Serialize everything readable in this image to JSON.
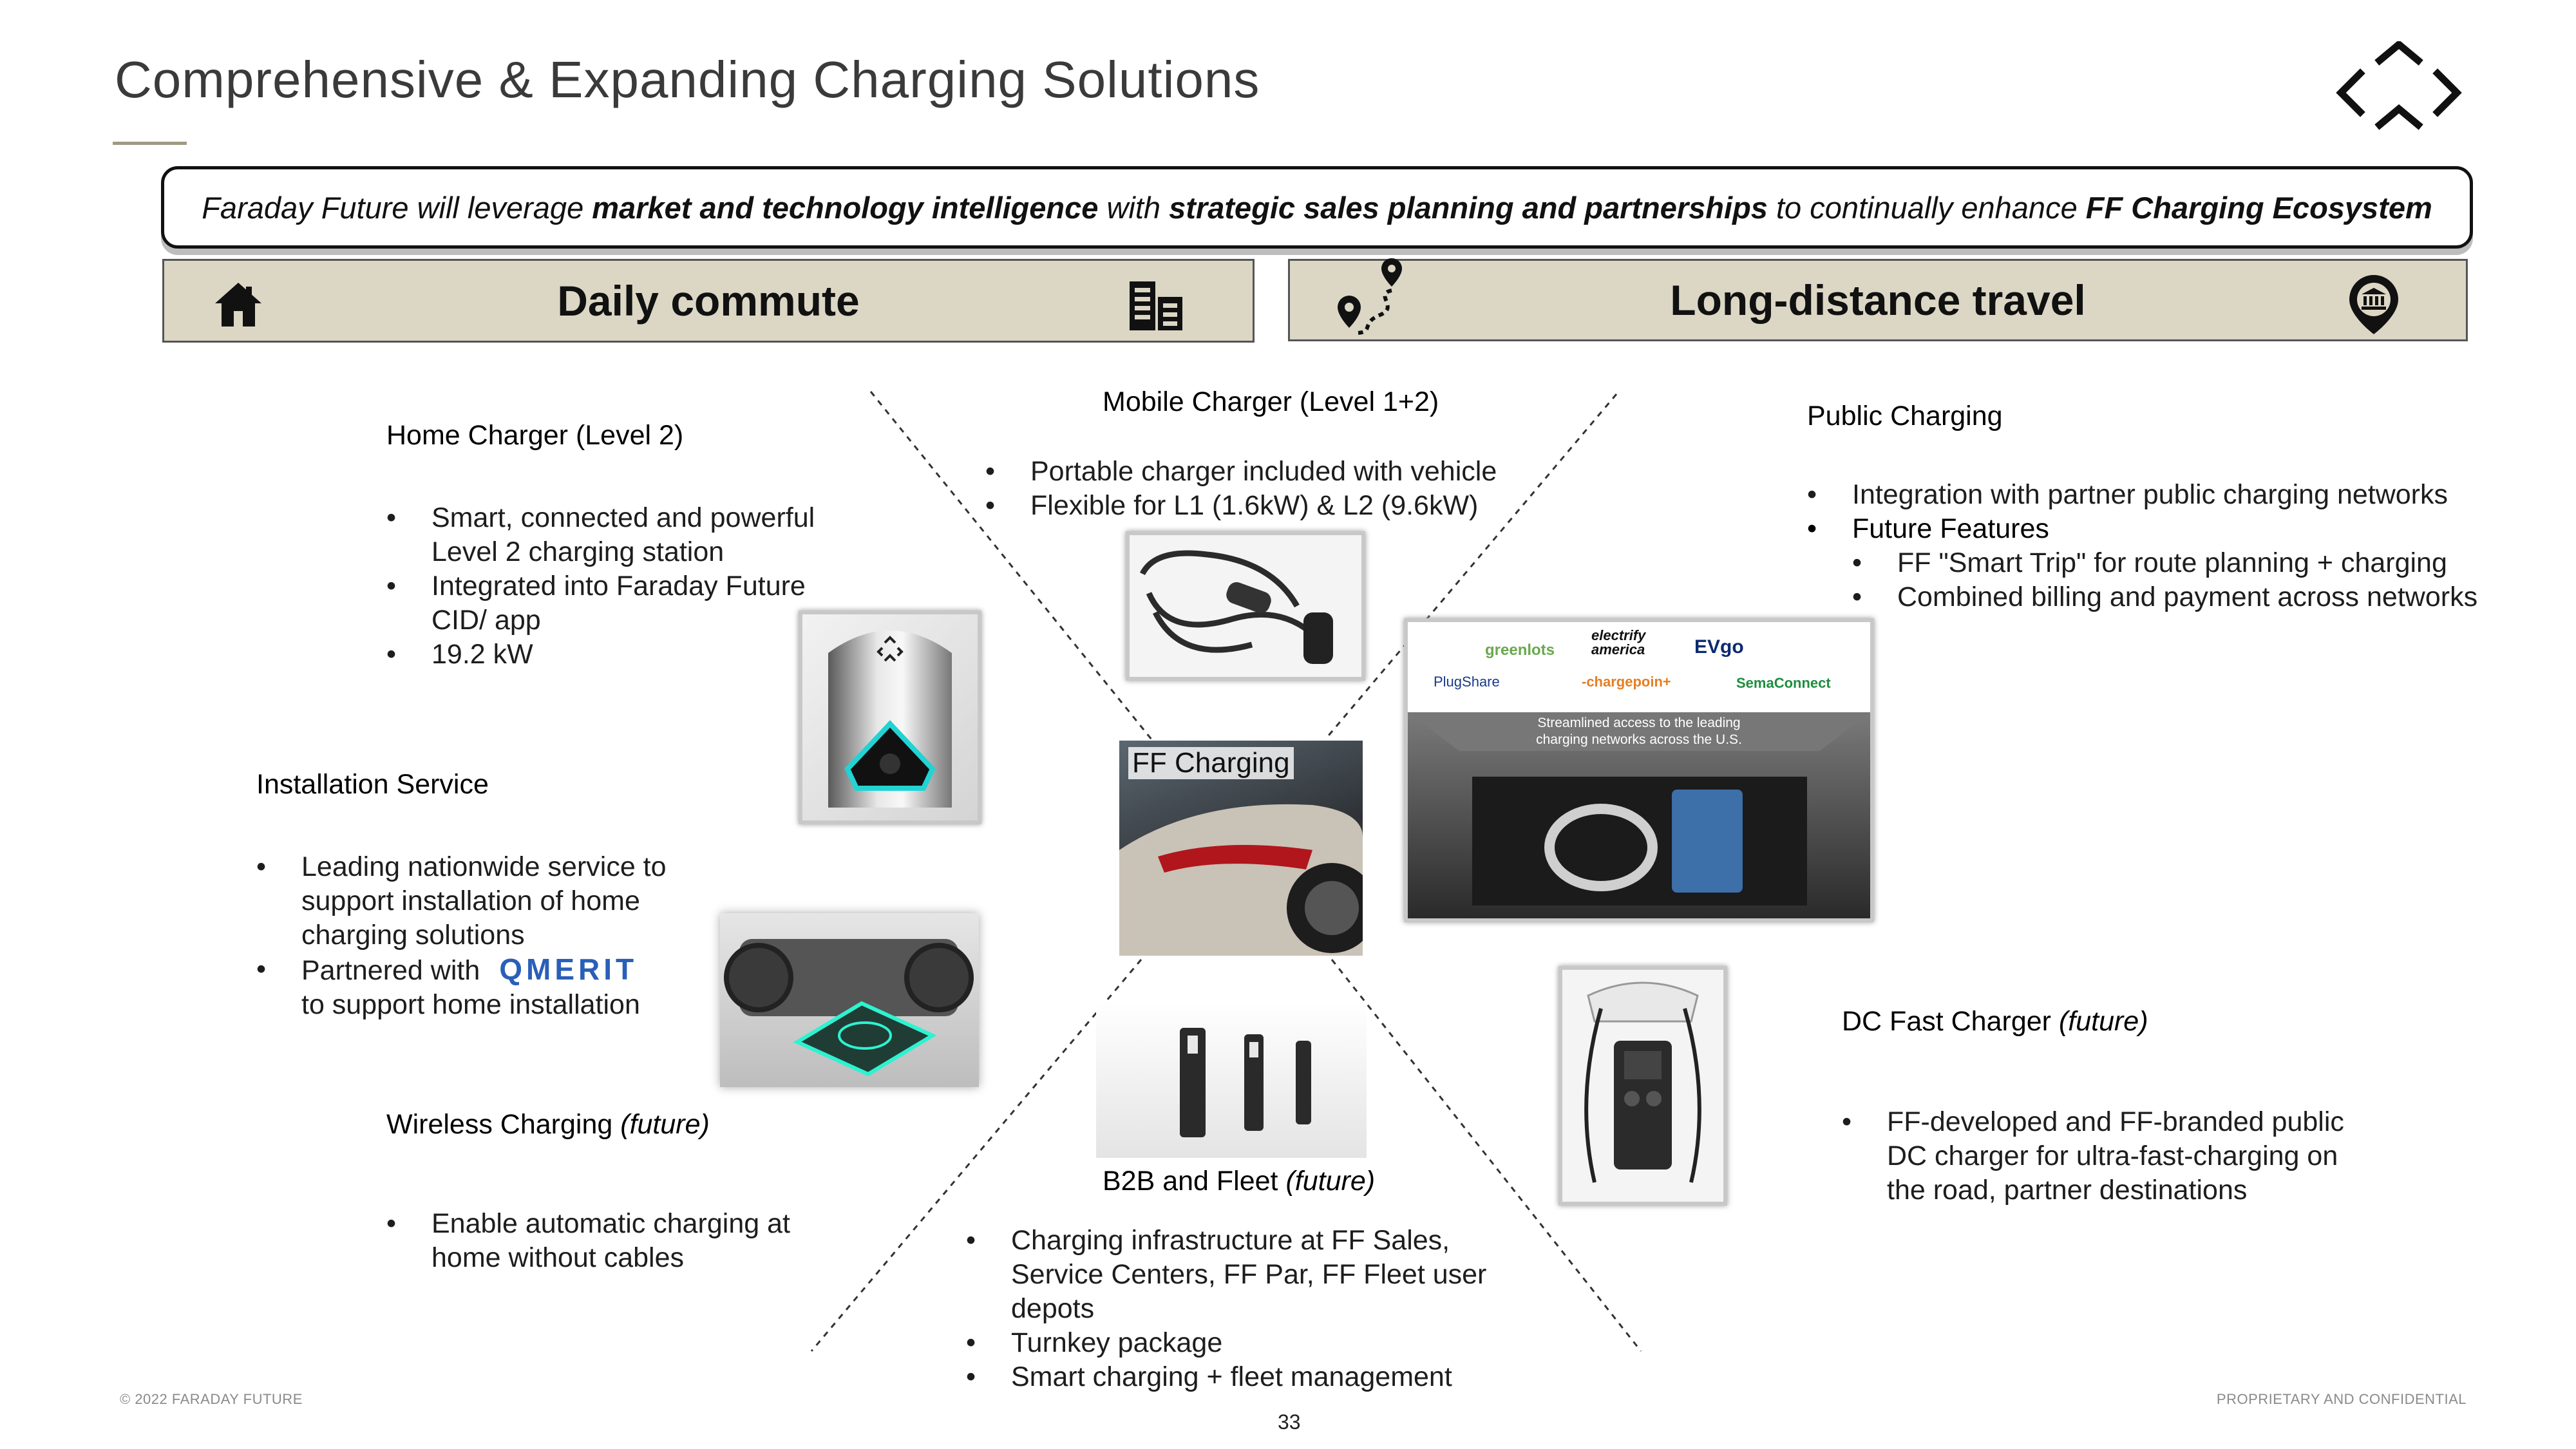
{
  "slide": {
    "title": "Comprehensive & Expanding Charging Solutions",
    "banner": {
      "part1": "Faraday Future will leverage ",
      "bold1": "market and technology intelligence",
      "part2": " with ",
      "bold2": "strategic sales planning and partnerships",
      "part3": " to continually enhance ",
      "bold3": "FF Charging Ecosystem"
    },
    "categories": {
      "left": "Daily commute",
      "right": "Long-distance travel"
    },
    "center_label": "FF Charging",
    "sections": {
      "home": {
        "heading": "Home Charger (Level 2)",
        "bullets": [
          "Smart, connected and powerful Level 2 charging station",
          "Integrated into Faraday Future CID/ app",
          "19.2 kW"
        ]
      },
      "installation": {
        "heading": "Installation Service",
        "bullets": [
          "Leading nationwide service to support installation of home charging solutions"
        ],
        "partner_prefix": "Partnered with",
        "partner_name": "QMERIT",
        "partner_suffix": "to support home installation"
      },
      "wireless": {
        "heading": "Wireless Charging",
        "heading_note": "(future)",
        "bullets": [
          "Enable automatic charging at home without cables"
        ]
      },
      "mobile": {
        "heading": "Mobile Charger (Level 1+2)",
        "bullets": [
          "Portable charger included with vehicle",
          "Flexible for L1 (1.6kW) & L2 (9.6kW)"
        ]
      },
      "b2b": {
        "heading": "B2B and Fleet",
        "heading_note": "(future)",
        "bullets": [
          "Charging infrastructure at FF Sales, Service Centers, FF Par, FF Fleet user depots",
          "Turnkey package",
          "Smart charging + fleet management"
        ]
      },
      "public": {
        "heading": "Public Charging",
        "bullets": [
          "Integration with partner public charging networks",
          "Future Features"
        ],
        "sub_bullets": [
          "FF \"Smart Trip\" for route planning + charging",
          "Combined billing and payment across networks"
        ]
      },
      "dcfast": {
        "heading": "DC Fast Charger",
        "heading_note": "(future)",
        "bullets": [
          "FF-developed and FF-branded public DC charger for ultra-fast-charging on the road, partner destinations"
        ]
      }
    },
    "public_image": {
      "logos": [
        "greenlots",
        "electrify america",
        "EVgo",
        "PlugShare",
        "-chargepoin+",
        "SemaConnect"
      ],
      "caption_line1": "Streamlined access to the leading",
      "caption_line2": "charging networks across the U.S."
    },
    "footer": {
      "left": "© 2022 FARADAY FUTURE",
      "right": "PROPRIETARY AND CONFIDENTIAL",
      "page": "33"
    }
  }
}
